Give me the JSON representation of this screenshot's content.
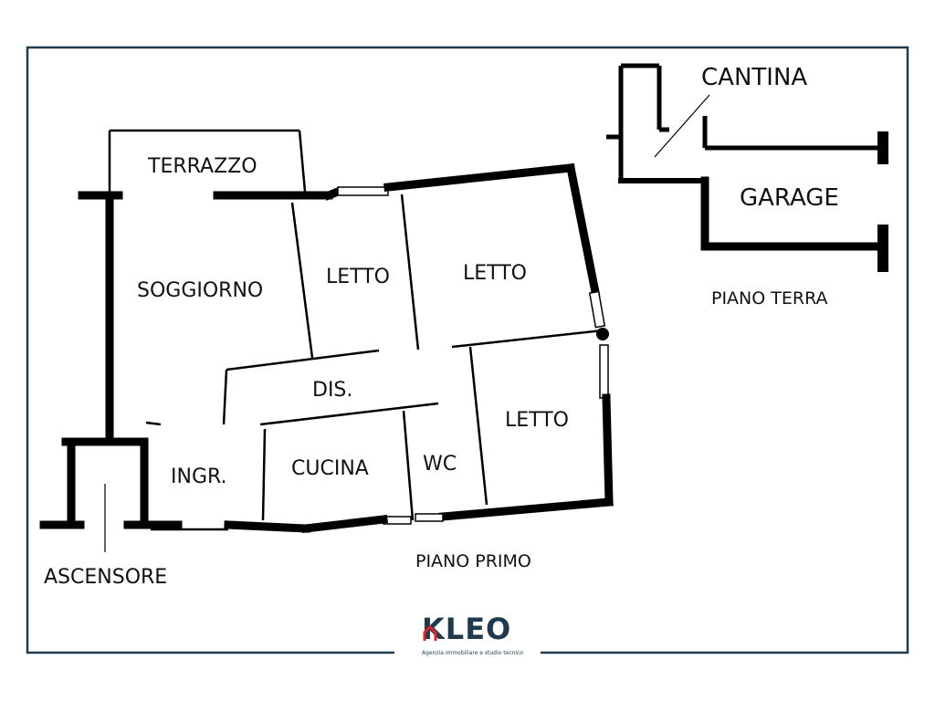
{
  "rooms": {
    "terrazzo": "TERRAZZO",
    "soggiorno": "SOGGIORNO",
    "letto1": "LETTO",
    "letto2": "LETTO",
    "letto3": "LETTO",
    "dis": "DIS.",
    "ingr": "INGR.",
    "cucina": "CUCINA",
    "wc": "WC",
    "ascensore": "ASCENSORE",
    "cantina": "CANTINA",
    "garage": "GARAGE"
  },
  "floors": {
    "primo": "PIANO PRIMO",
    "terra": "PIANO TERRA"
  },
  "logo": {
    "name": "KLEO",
    "tagline": "Agenzia immobiliare e studio tecnico",
    "color": "#1f3a4d",
    "accent": "#d9262c"
  },
  "colors": {
    "frame": "#1f3a4d"
  }
}
